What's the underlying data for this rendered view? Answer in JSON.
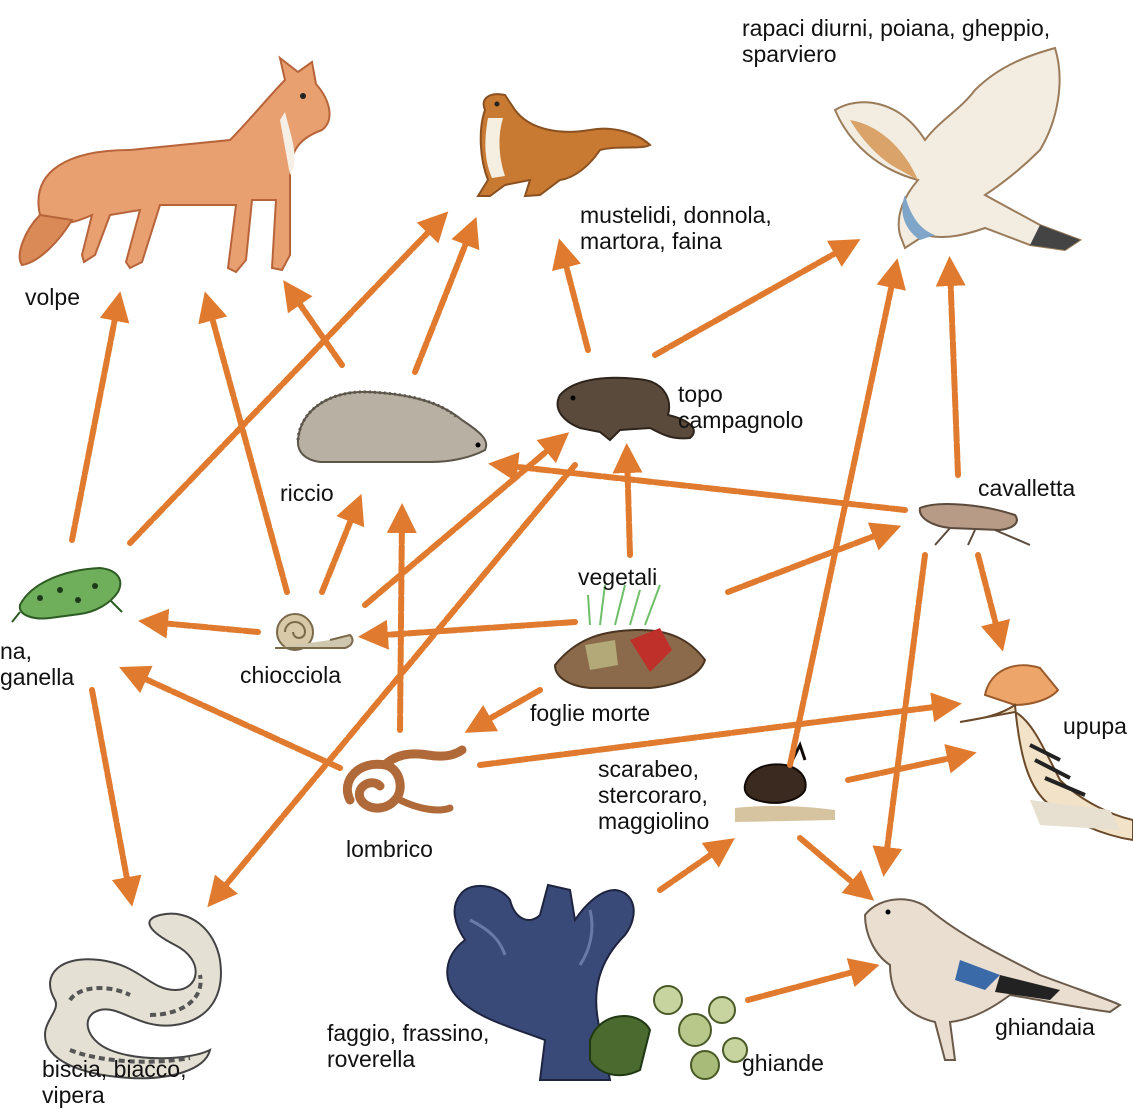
{
  "labels": {
    "rapaci": "rapaci diurni, poiana, gheppio,\nsparviero",
    "mustelidi": "mustelidi, donnola,\nmartora, faina",
    "volpe": "volpe",
    "topo": "topo\ncampagnolo",
    "riccio": "riccio",
    "cavalletta": "cavalletta",
    "vegetali": "vegetali",
    "rana": "na,\nganella",
    "chiocciola": "chiocciola",
    "foglie": "foglie morte",
    "upupa": "upupa",
    "scarabeo": "scarabeo,\nstercoraro,\nmaggiolino",
    "lombrico": "lombrico",
    "faggio": "faggio, frassino,\nroverella",
    "ghiande": "ghiande",
    "ghiandaia": "ghiandaia",
    "biscia": "biscia, biacco,\nvipera"
  },
  "arrow_color": "#e07a2e"
}
